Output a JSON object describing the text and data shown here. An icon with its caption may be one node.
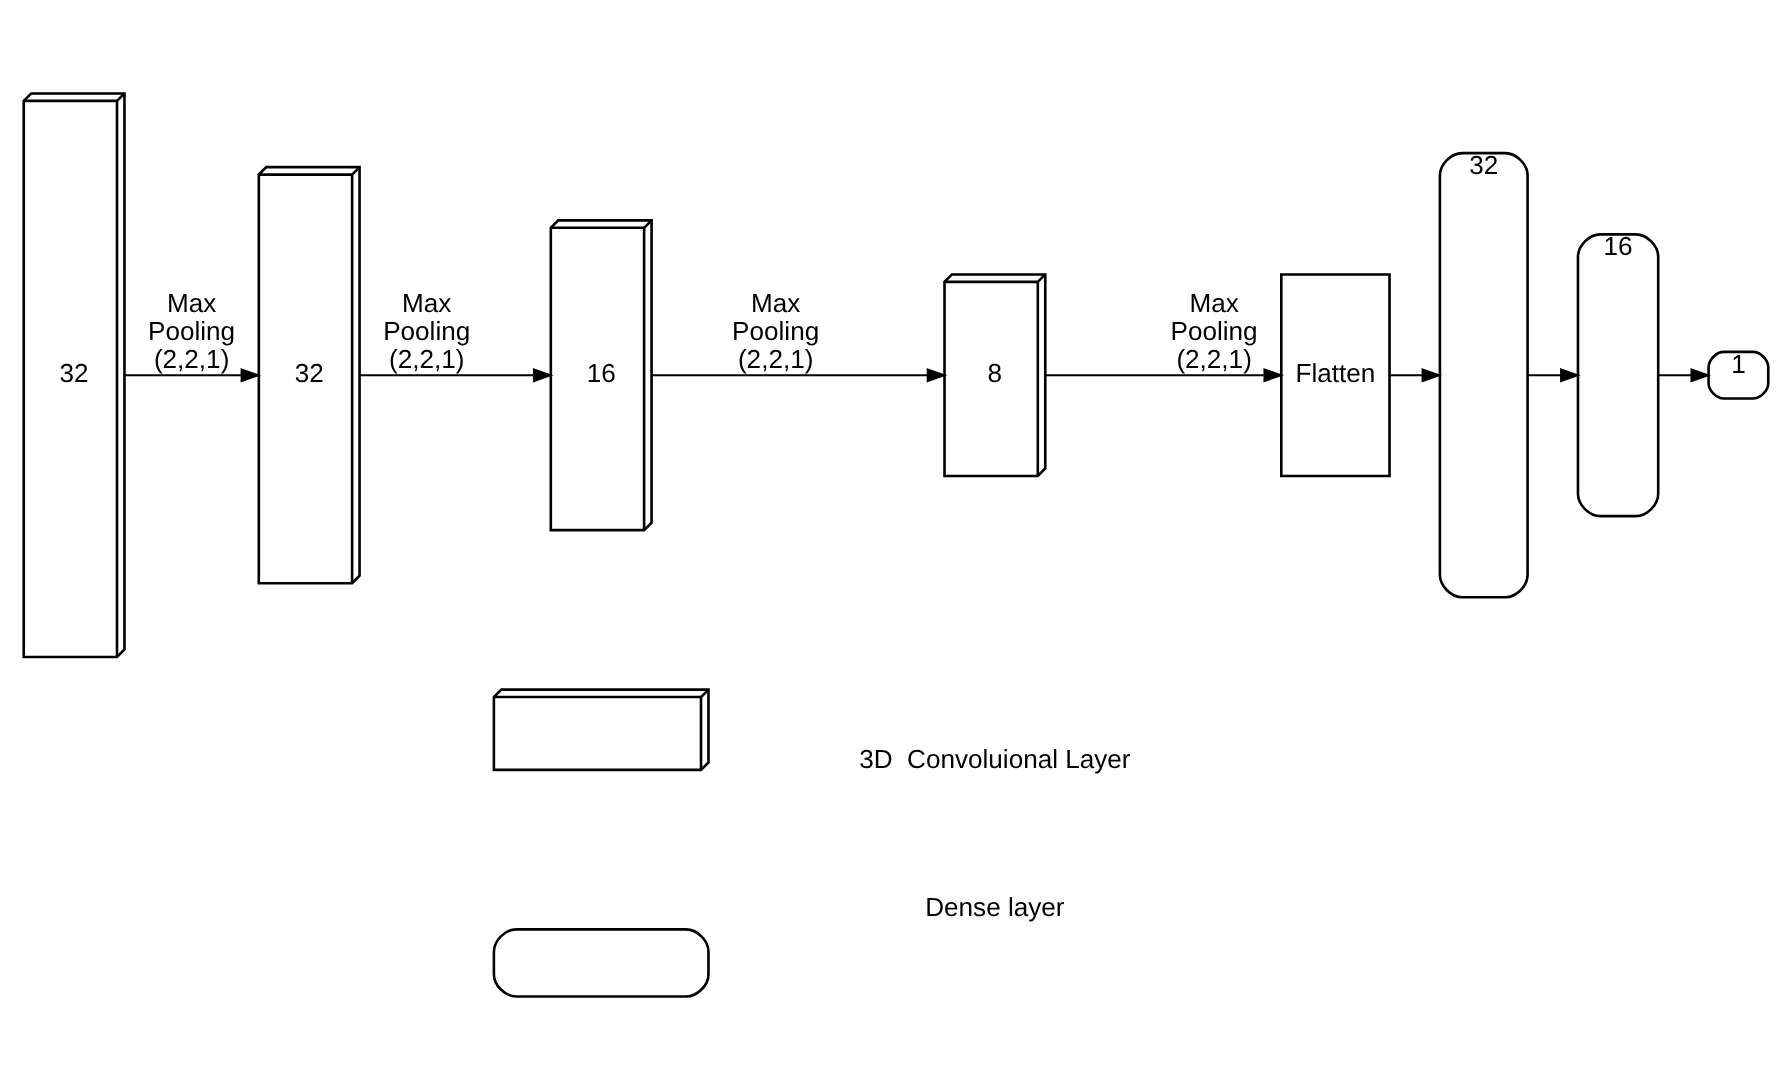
{
  "diagram": {
    "nodes": [
      {
        "text": [
          "32"
        ]
      },
      {
        "text": [
          "32"
        ]
      },
      {
        "text": [
          "16"
        ]
      },
      {
        "text": [
          "8"
        ]
      },
      {
        "text": [
          "Flatten"
        ]
      },
      {
        "text": [
          "32"
        ]
      },
      {
        "text": [
          "16"
        ]
      },
      {
        "text": [
          "1"
        ]
      },
      {
        "text": [],
        "shape": "box"
      },
      {
        "text": [],
        "shape": "box"
      }
    ],
    "edges": [
      {
        "from": 0,
        "to": 1,
        "arrow": "to",
        "label": "Max Pooling (2,2,1)"
      },
      {
        "from": 1,
        "to": 2,
        "arrow": "to",
        "label": "Max Pooling (2,2,1)"
      },
      {
        "from": 2,
        "to": 3,
        "arrow": "to",
        "label": "Max Pooling (2,2,1)"
      },
      {
        "from": 3,
        "to": 4,
        "arrow": "to",
        "label": "Max Pooling (2,2,1)"
      },
      {
        "from": 4,
        "to": 5,
        "arrow": "to"
      },
      {
        "from": 5,
        "to": 6,
        "arrow": "to"
      },
      {
        "from": 6,
        "to": 7,
        "arrow": "to"
      }
    ],
    "legend": [
      {
        "text": "3D  Convoluional Layer"
      },
      {
        "text": "Dense layer"
      }
    ]
  }
}
